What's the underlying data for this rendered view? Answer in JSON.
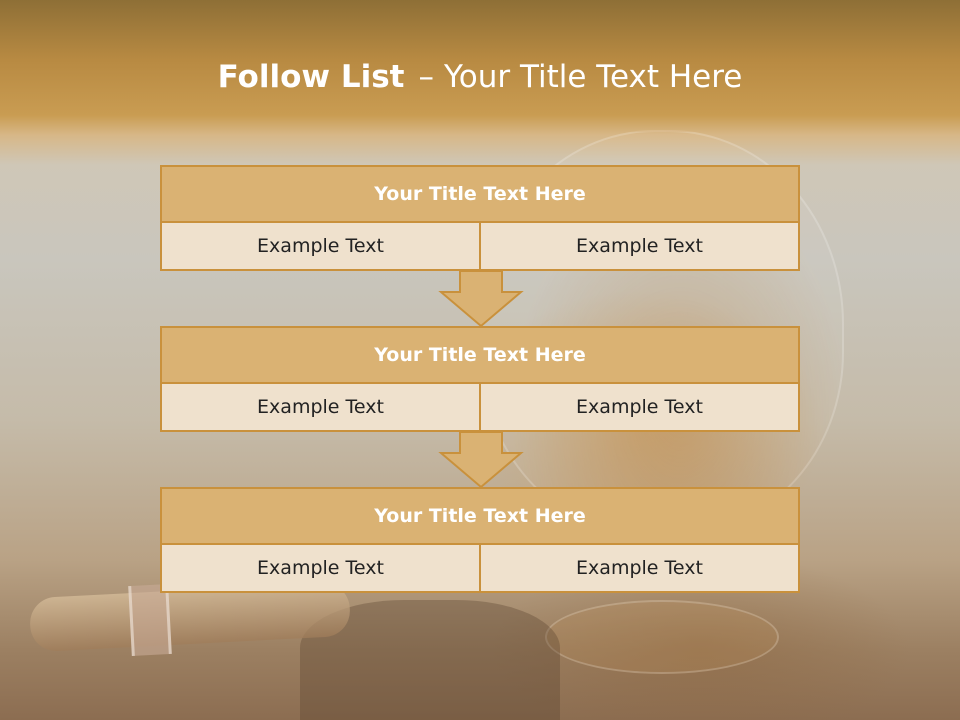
{
  "title": {
    "bold": "Follow List",
    "separator": "–",
    "rest": "Your Title Text Here"
  },
  "steps": [
    {
      "title": "Your Title Text Here",
      "left": "Example Text",
      "right": "Example Text"
    },
    {
      "title": "Your Title Text Here",
      "left": "Example Text",
      "right": "Example Text"
    },
    {
      "title": "Your Title Text Here",
      "left": "Example Text",
      "right": "Example Text"
    }
  ],
  "colors": {
    "accent": "#c9913c",
    "header_fill": "#dab273",
    "cell_fill": "#efe1cd"
  }
}
